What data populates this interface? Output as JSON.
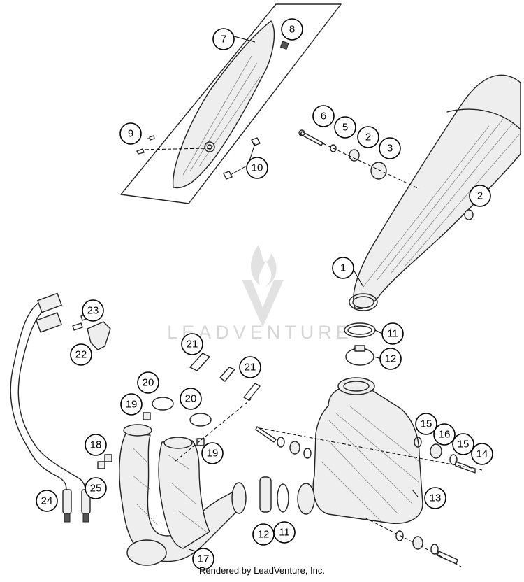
{
  "watermark": {
    "text": "LEADVENTURE"
  },
  "footer": {
    "credit": "Rendered by LeadVenture, Inc."
  },
  "callouts": [
    "1",
    "2",
    "2",
    "3",
    "5",
    "6",
    "7",
    "8",
    "9",
    "10",
    "11",
    "11",
    "12",
    "12",
    "13",
    "14",
    "15",
    "15",
    "16",
    "17",
    "18",
    "19",
    "19",
    "20",
    "20",
    "21",
    "21",
    "22",
    "23",
    "24",
    "25"
  ],
  "colors": {
    "line": "#222222",
    "shade": "#eeeeee",
    "watermark": "#d6d6d6"
  }
}
